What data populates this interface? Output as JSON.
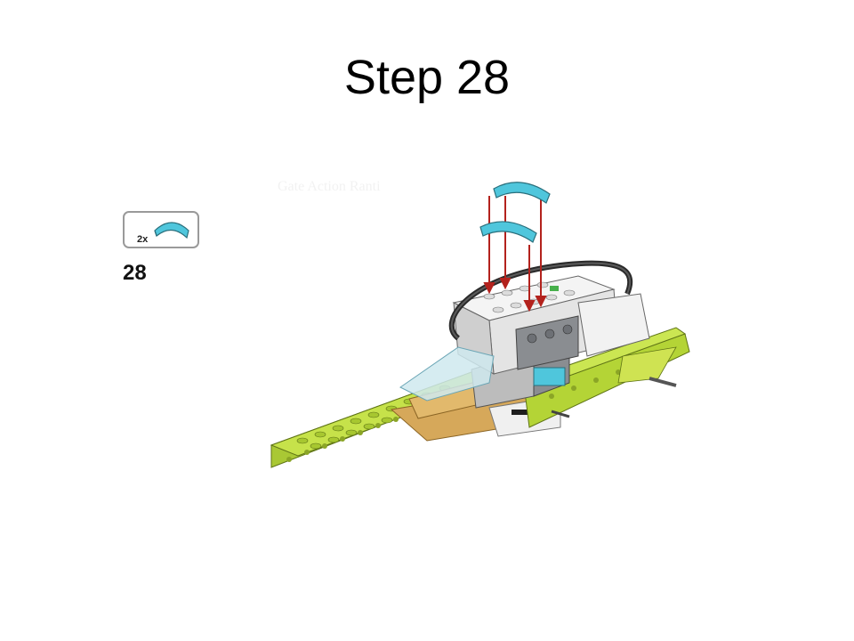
{
  "slide": {
    "title": "Step 28"
  },
  "parts_list": {
    "quantity": "2x",
    "piece": "curved-slope-icon",
    "piece_color": "#4fc6dc"
  },
  "step": {
    "number": "28"
  },
  "faint_label": "Gate Action Ranti",
  "colors": {
    "lime": "#b4d436",
    "tan": "#d6a85a",
    "light_gray": "#d9d9d9",
    "dark_gray": "#8a8d91",
    "azure": "#4fc6dc",
    "arrow_red": "#b3221d",
    "cable": "#2a2a2a",
    "trans_clear": "#cfe9ee"
  }
}
